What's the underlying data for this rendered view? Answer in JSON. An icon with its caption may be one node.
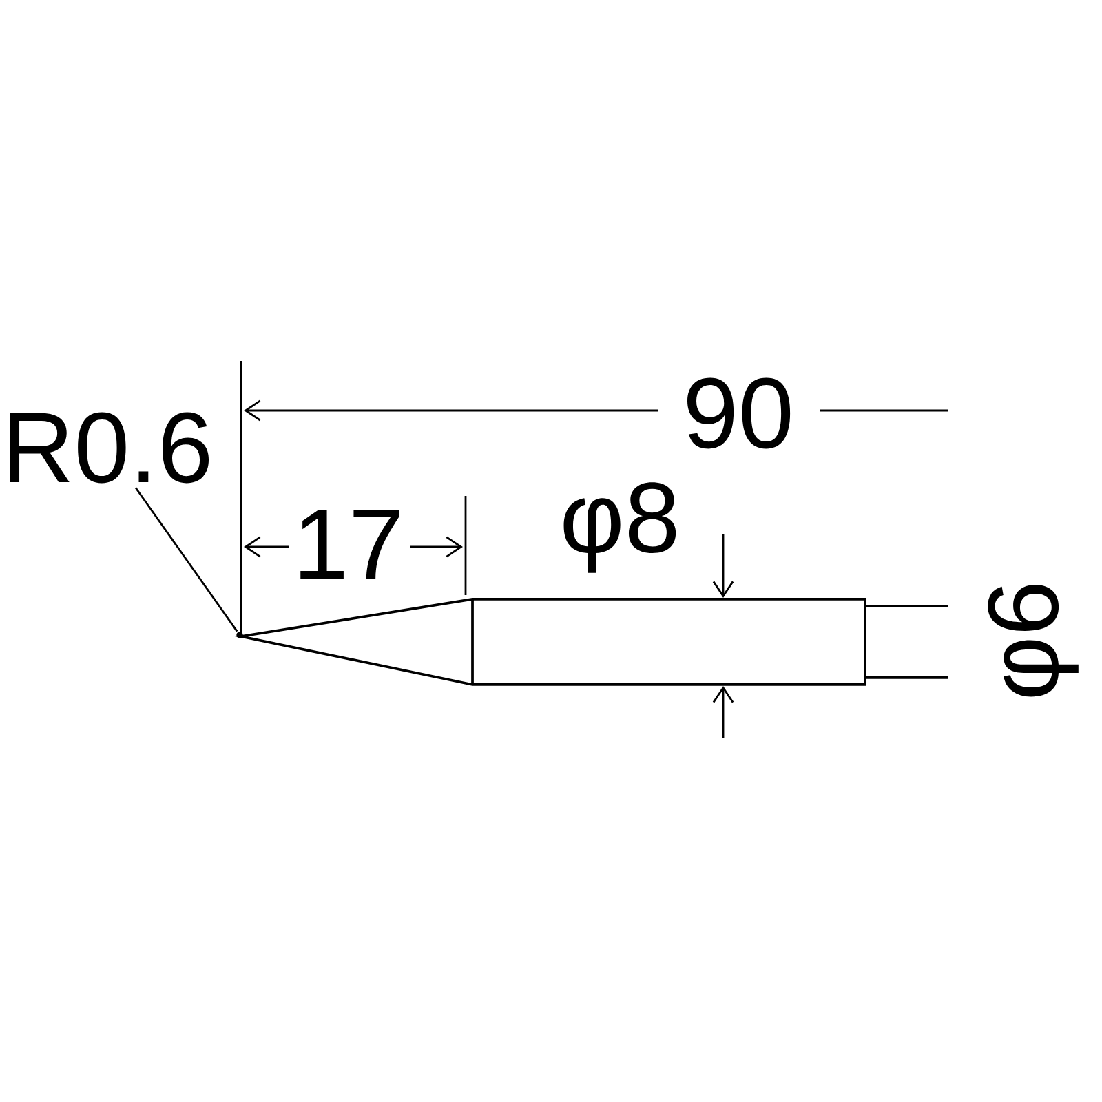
{
  "diagram": {
    "nodes": [
      {
        "text": [
          "R0.6"
        ]
      },
      {
        "text": [],
        "shape": "point"
      }
    ],
    "edges": [
      {
        "from": 0,
        "to": 1,
        "arrow": "none"
      }
    ],
    "labels": [
      "90",
      "17",
      "φ8",
      "φ6"
    ]
  }
}
